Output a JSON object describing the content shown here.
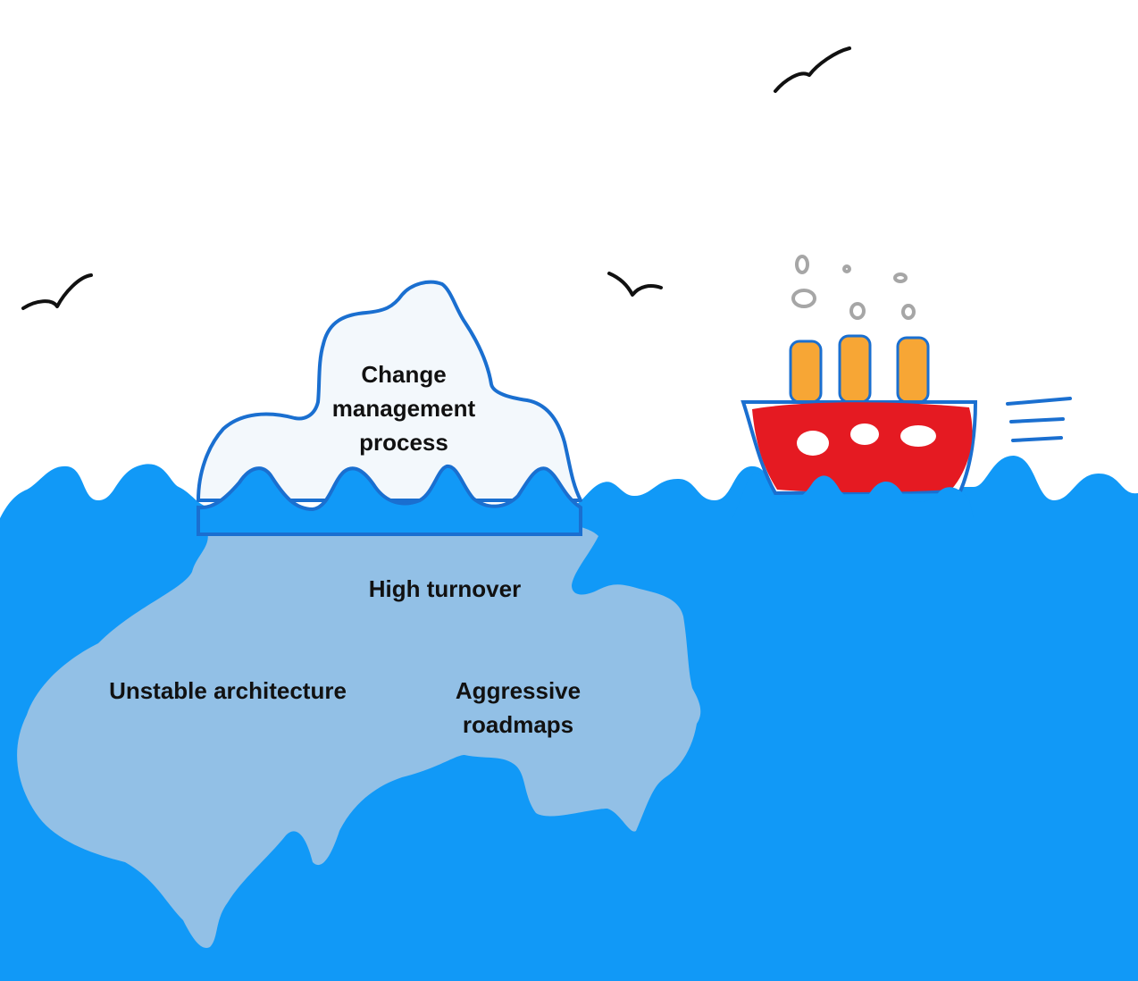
{
  "iceberg": {
    "tip": {
      "lines": [
        "Change",
        "management",
        "process"
      ]
    },
    "underwater": [
      {
        "id": "high-turnover",
        "lines": [
          "High turnover"
        ]
      },
      {
        "id": "unstable-architecture",
        "lines": [
          "Unstable architecture"
        ]
      },
      {
        "id": "aggressive-roadmaps",
        "lines": [
          "Aggressive",
          "roadmaps"
        ]
      }
    ]
  },
  "colors": {
    "sea": "#1199f7",
    "sea_outline": "#1a6fd0",
    "iceberg_above": "#f3f8fc",
    "iceberg_below": "#92c0e6",
    "ship_hull": "#e51a22",
    "ship_funnels": "#f7a635",
    "smoke": "#a6a6a6",
    "birds": "#111111",
    "text": "#111111"
  },
  "icons": [
    "bird-icon",
    "ship-icon",
    "smoke-puff-icon",
    "speed-lines-icon"
  ]
}
